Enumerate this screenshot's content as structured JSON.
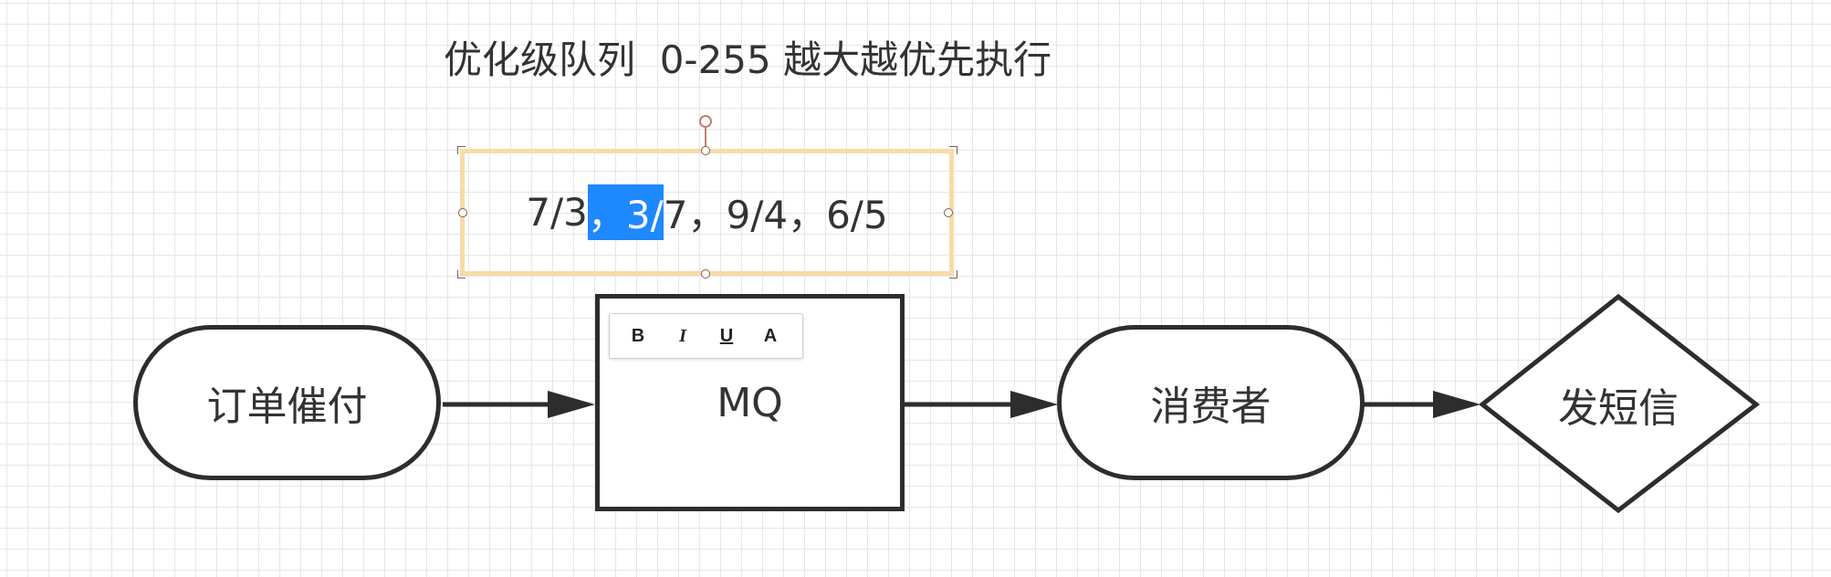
{
  "annotation": {
    "text": "优化级队列  0-255 越大越优先执行"
  },
  "selected_textbox": {
    "before": "7/3",
    "highlighted": "，3/",
    "after": "7，9/4，6/5"
  },
  "nodes": {
    "order": "订单催付",
    "mq": "MQ",
    "consumer": "消费者",
    "sms": "发短信"
  },
  "format_toolbar": {
    "bold": "B",
    "italic": "I",
    "underline": "U",
    "font_color": "A"
  },
  "colors": {
    "stroke": "#2d2d2d",
    "selection_frame": "#f7dba8",
    "text_highlight": "#1e88ff",
    "handle": "#8b5a50"
  }
}
